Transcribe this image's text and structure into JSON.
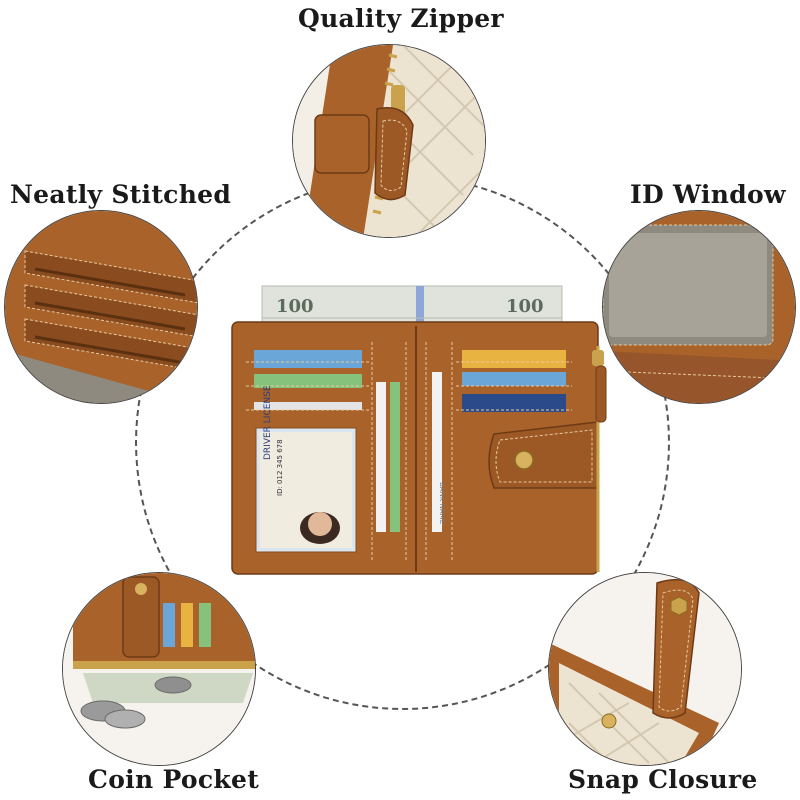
{
  "features": {
    "quality_zipper": "Quality Zipper",
    "neatly_stitched": "Neatly Stitched",
    "id_window": "ID Window",
    "coin_pocket": "Coin Pocket",
    "snap_closure": "Snap Closure"
  },
  "wallet": {
    "banknote_denomination": "100",
    "id_card_heading": "DRIVER LICENSE",
    "id_card_number": "ID: 012 345 678",
    "card_vertical_text": "BANK NAME"
  },
  "colors": {
    "leather": "#a8622a",
    "leather_dark": "#8a4c1f",
    "cream": "#efe7d6",
    "grey_lining": "#8e8a80"
  }
}
